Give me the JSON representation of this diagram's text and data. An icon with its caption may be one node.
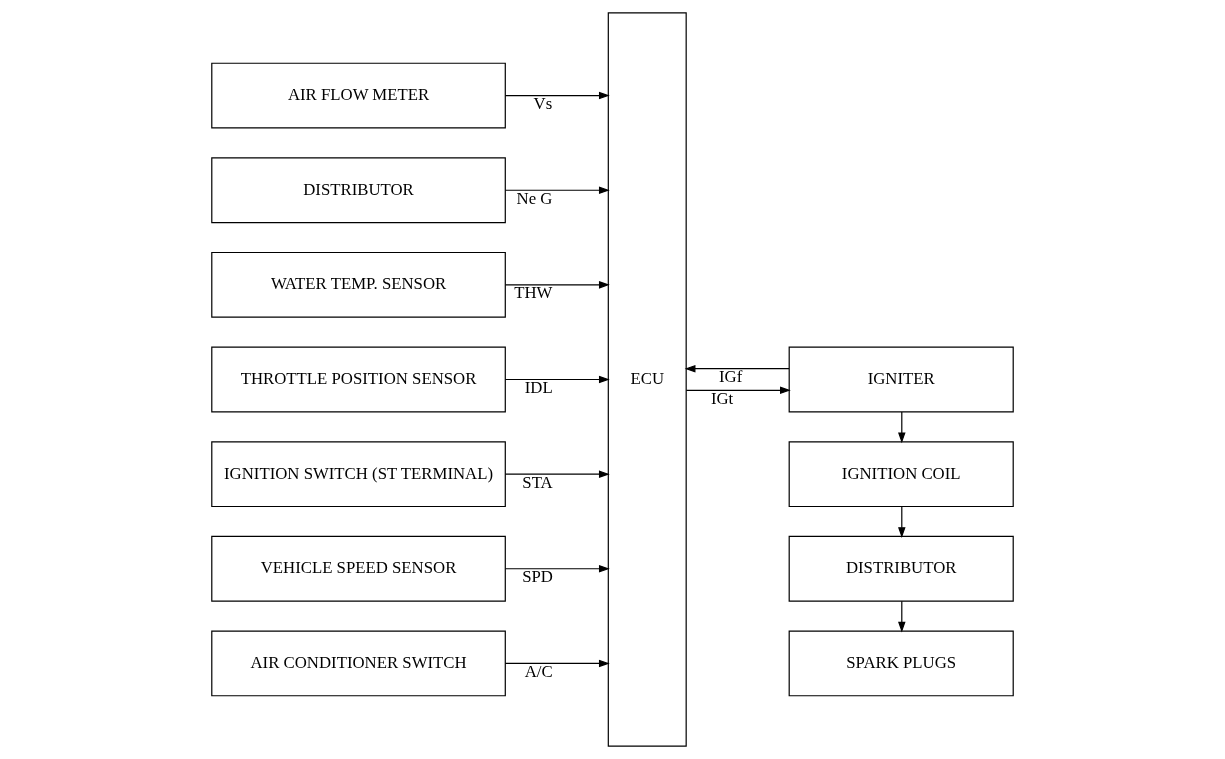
{
  "diagram": {
    "nodes": [
      {
        "text": [
          "AIR FLOW METER"
        ]
      },
      {
        "text": [
          "DISTRIBUTOR"
        ]
      },
      {
        "text": [
          "WATER TEMP. SENSOR"
        ]
      },
      {
        "text": [
          "THROTTLE POSITION SENSOR"
        ]
      },
      {
        "text": [
          "IGNITION SWITCH (ST TERMINAL)"
        ]
      },
      {
        "text": [
          "VEHICLE SPEED SENSOR"
        ]
      },
      {
        "text": [
          "AIR CONDITIONER SWITCH"
        ]
      },
      {
        "text": [
          "ECU"
        ]
      },
      {
        "text": [
          "IGNITER"
        ]
      },
      {
        "text": [
          "IGNITION COIL"
        ]
      },
      {
        "text": [
          "DISTRIBUTOR"
        ]
      },
      {
        "text": [
          "SPARK PLUGS"
        ]
      }
    ],
    "edges": [
      {
        "from": 0,
        "to": 7,
        "arrow": "to",
        "label": "Vs"
      },
      {
        "from": 1,
        "to": 7,
        "arrow": "to",
        "label": "Ne G"
      },
      {
        "from": 2,
        "to": 7,
        "arrow": "to",
        "label": "THW"
      },
      {
        "from": 3,
        "to": 7,
        "arrow": "to",
        "label": "IDL"
      },
      {
        "from": 4,
        "to": 7,
        "arrow": "to",
        "label": "STA"
      },
      {
        "from": 5,
        "to": 7,
        "arrow": "to",
        "label": "SPD"
      },
      {
        "from": 6,
        "to": 7,
        "arrow": "to",
        "label": "A/C"
      },
      {
        "from": 8,
        "to": 7,
        "arrow": "to",
        "label": "IGf"
      },
      {
        "from": 7,
        "to": 8,
        "arrow": "to",
        "label": "IGt"
      },
      {
        "from": 8,
        "to": 9,
        "arrow": "to"
      },
      {
        "from": 9,
        "to": 10,
        "arrow": "to"
      },
      {
        "from": 10,
        "to": 11,
        "arrow": "to"
      }
    ]
  }
}
